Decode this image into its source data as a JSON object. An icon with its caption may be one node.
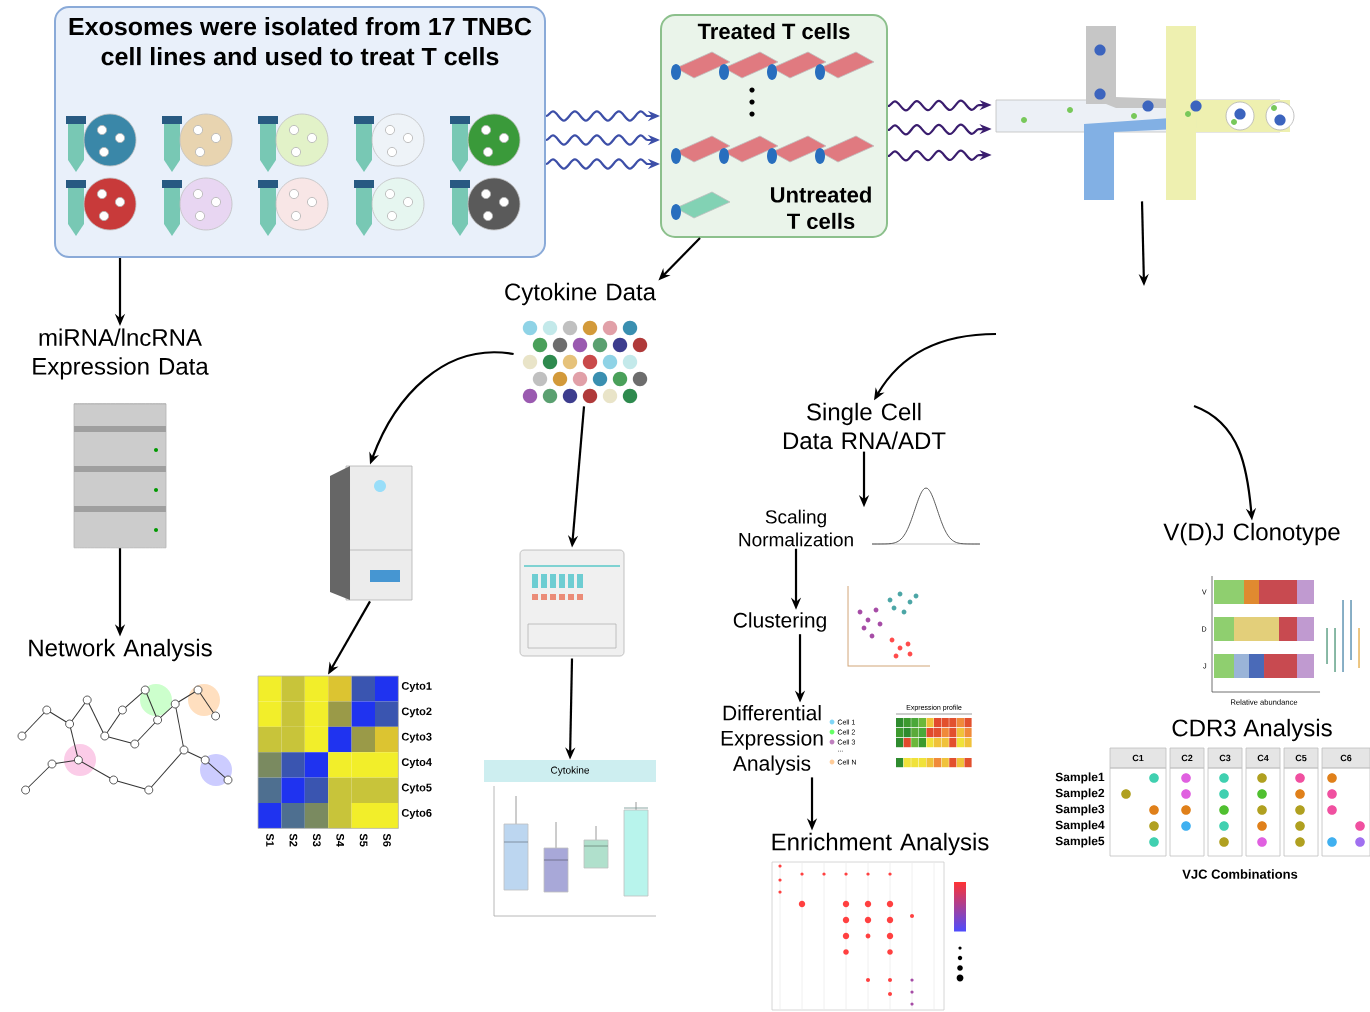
{
  "diagram": {
    "nodes": [
      {
        "text": [
          "Exosomes were isolated from 17 TNBC cell lines and used to treat T cells"
        ]
      },
      {
        "text": [
          "Treated T cells",
          "Untreated T cells"
        ]
      },
      {
        "text": [],
        "shape": "picture"
      },
      {
        "text": [
          "miRNA/lncRNA Expression Data"
        ]
      },
      {
        "text": [
          "Cytokine Data"
        ]
      },
      {
        "text": [],
        "shape": "picture"
      },
      {
        "text": [],
        "shape": "cylinder"
      },
      {
        "text": [],
        "shape": "picture"
      },
      {
        "text": [],
        "shape": "picture"
      },
      {
        "text": [
          "Single Cell Data RNA/ADT"
        ]
      },
      {
        "text": [
          "V(D)J Clonotype"
        ]
      },
      {
        "text": [
          "Scaling Normalization"
        ]
      },
      {
        "text": [
          "Network Analysis"
        ]
      },
      {
        "text": [],
        "shape": "picture",
        "beside": [
          "Cyto1",
          "Cyto2",
          "Cyto3",
          "Cyto4",
          "Cyto5",
          "Cyto6",
          "S1",
          "S2",
          "S3",
          "S4",
          "S5",
          "S6"
        ]
      },
      {
        "text": [
          "Clustering"
        ]
      },
      {
        "text": [
          "Differential Expression Analysis"
        ]
      },
      {
        "text": [],
        "shape": "picture"
      },
      {
        "text": [
          "Enrichment Analysis"
        ]
      }
    ],
    "edges": [
      {
        "from": 0,
        "to": 3,
        "arrow": "to"
      },
      {
        "from": 0,
        "to": 1,
        "arrow": "to",
        "color": "#3d4fa8"
      },
      {
        "from": 0,
        "to": 1,
        "arrow": "to",
        "color": "#3d4fa8"
      },
      {
        "from": 0,
        "to": 1,
        "arrow": "to",
        "color": "#3d4fa8"
      },
      {
        "from": 1,
        "to": 2,
        "arrow": "to",
        "color": "#3a1d6e"
      },
      {
        "from": 1,
        "to": 2,
        "arrow": "to",
        "color": "#3a1d6e"
      },
      {
        "from": 1,
        "to": 2,
        "arrow": "to",
        "color": "#3a1d6e"
      },
      {
        "from": 1,
        "to": 4,
        "arrow": "to"
      },
      {
        "from": 2,
        "to": null,
        "arrow": "to"
      },
      {
        "from": null,
        "to": 9,
        "arrow": "to"
      },
      {
        "from": null,
        "to": 10,
        "arrow": "to"
      },
      {
        "from": 5,
        "to": 7,
        "arrow": "to"
      },
      {
        "from": 5,
        "to": 8,
        "arrow": "to"
      },
      {
        "from": 6,
        "to": 12,
        "arrow": "to"
      },
      {
        "from": 7,
        "to": 13,
        "arrow": "to"
      },
      {
        "from": 8,
        "to": 16,
        "arrow": "to"
      },
      {
        "from": 9,
        "to": 11,
        "arrow": "to"
      },
      {
        "from": 11,
        "to": 14,
        "arrow": "to"
      },
      {
        "from": 14,
        "to": 15,
        "arrow": "to"
      },
      {
        "from": 15,
        "to": 17,
        "arrow": "to"
      }
    ],
    "labels": [
      "Cytokine",
      "Expression profile",
      "Cell 1",
      "Cell 2",
      "Cell 3",
      "...",
      "Cell N",
      "V",
      "D",
      "J",
      "Relative abundance",
      "CDR3 Analysis",
      "C1",
      "C2",
      "C3",
      "C4",
      "C5",
      "C6",
      "Sample1",
      "Sample2",
      "Sample3",
      "Sample4",
      "Sample5",
      "VJC Combinations"
    ]
  }
}
